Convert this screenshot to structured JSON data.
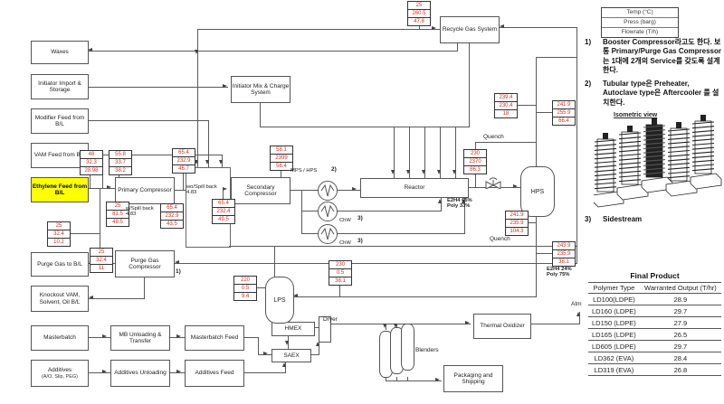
{
  "legend": {
    "rows": [
      "Temp (°C)",
      "Press (barg)",
      "Flowrate (T/h)"
    ]
  },
  "notes": {
    "n1_num": "1)",
    "n1_text": "Booster Compressor라고도 한다. 보통 Primary/Purge Gas Compressor는 1대에 2개의 Service를 갖도록 설계한다.",
    "n2_num": "2)",
    "n2_text": "Tubular type은 Preheater, Autoclave type은 Aftercooler 를 설치한다.",
    "n3_num": "3)",
    "n3_text": "Sidestream",
    "isometric_label": "Isometric view"
  },
  "nodes": {
    "waxes": "Waxes",
    "initiator_import": "Initiator Import & Storage",
    "modifier_feed": "Modifier Feed from B/L",
    "vam_feed": "VAM Feed from B/L",
    "ethylene_feed": "Ethylene Feed from B/L",
    "primary_comp": "Primary Compressor",
    "secondary_comp": "Secondary Compressor",
    "initiator_mix": "Initiator Mix & Charge System",
    "recycle_gas": "Recycle Gas System",
    "reactor": "Reactor",
    "hps": "HPS",
    "lps": "LPS",
    "hmex": "HMEX",
    "saex": "SAEX",
    "dryer": "Dryer",
    "blenders": "Blenders",
    "purge_comp": "Purge Gas Compressor",
    "purge_to_bl": "Purge Gas to B/L",
    "knockout": "Knockout VAM, Solvent, Oil B/L",
    "masterbatch": "Masterbatch",
    "mb_unloading": "MB Unloading & Transfer",
    "mb_feed": "Masterbatch Feed",
    "additives": "Additives",
    "additives_sub": "(A/O, Slip, PEG)",
    "additives_unloading": "Additives Unloading",
    "additives_feed": "Additives Feed",
    "thermal_ox": "Thermal Oxidizer",
    "packaging": "Packaging and Shipping",
    "atm": "Atm"
  },
  "annotations": {
    "wo_spill": "wo/Spill back 4.83",
    "w_spill": "w/Spill back 4.83",
    "mps_hps": "MPS / HPS",
    "chw": "ChW",
    "quench": "Quench",
    "mark1": "1)",
    "mark2": "2)",
    "mark3": "3)",
    "reactor_out_comp": "E2H4 65% Poly 33%",
    "lps_feed_comp": "E2H4 24% Poly 75%"
  },
  "streams": {
    "recycle_top": [
      "25",
      "260.5",
      "47.8"
    ],
    "vam_a": [
      "48",
      "32.3",
      "28.98"
    ],
    "vam_b": [
      "55.8",
      "33.7",
      "38.2"
    ],
    "prim_top": [
      "65.4",
      "232.9",
      "46.7"
    ],
    "prim_spill": [
      "25",
      "81.5",
      "49.5"
    ],
    "prim_bot": [
      "65.4",
      "232.9",
      "43.5"
    ],
    "wo_mid": [
      "65.4",
      "232.4",
      "49.5"
    ],
    "sec_top": [
      "58.1",
      "2399",
      "56.4"
    ],
    "purge_a": [
      "25",
      "32.4",
      "10.2"
    ],
    "purge_b": [
      "25",
      "32.4",
      "11"
    ],
    "reactor_out": [
      "230",
      "2370",
      "86.3"
    ],
    "quench_top": [
      "239.4",
      "230.4",
      "18"
    ],
    "recycle_right": [
      "241.9",
      "255.9",
      "66.4"
    ],
    "hps_bot": [
      "241.9",
      "235.9",
      "104.3"
    ],
    "lps_feed": [
      "243.9",
      "235.9",
      "38.1"
    ],
    "lps_left": [
      "220",
      "0.5",
      "9.4"
    ],
    "lps_right": [
      "230",
      "0.5",
      "38.1"
    ]
  },
  "table": {
    "title": "Final Product",
    "headers": [
      "Polymer Type",
      "Warranted Output (T/hr)"
    ],
    "rows": [
      [
        "LD100(LDPE)",
        "28.9"
      ],
      [
        "LD160 (LDPE)",
        "29.7"
      ],
      [
        "LD150 (LDPE)",
        "27.9"
      ],
      [
        "LD165 (LDPE)",
        "26.5"
      ],
      [
        "LD605 (LDPE)",
        "29.7"
      ],
      [
        "LD362 (EVA)",
        "28.4"
      ],
      [
        "LD319 (EVA)",
        "26.8"
      ]
    ]
  },
  "colors": {
    "stream_text": "#e02b20",
    "highlight": "#ffff00",
    "line": "#5a5a5a"
  }
}
